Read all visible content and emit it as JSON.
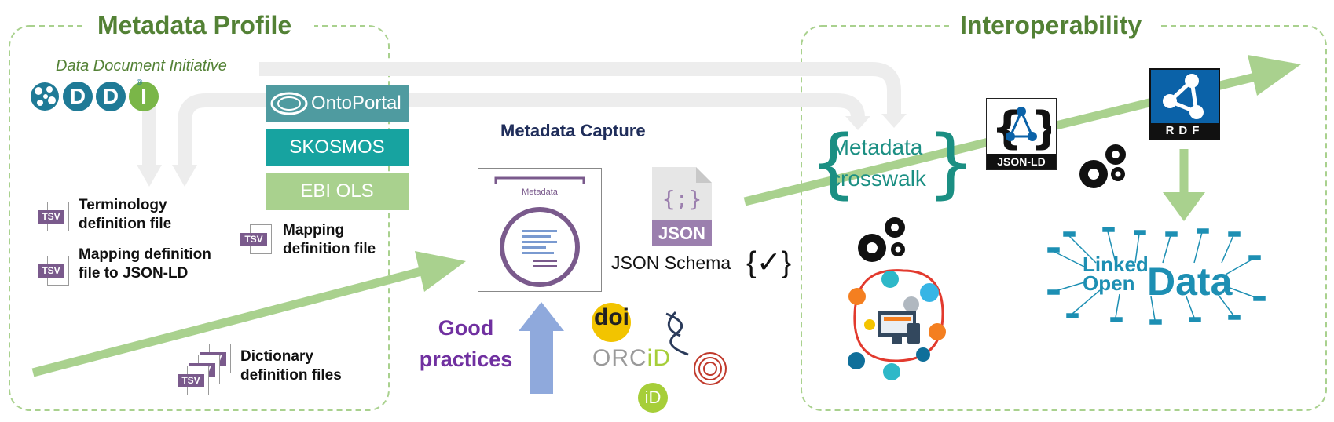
{
  "sections": {
    "left_title": "Metadata Profile",
    "right_title": "Interoperability"
  },
  "ddi": {
    "subtitle": "Data Document Initiative",
    "logo_letters": [
      "D",
      "D",
      "I"
    ],
    "registered": "®"
  },
  "vocab_services": [
    {
      "label": "OntoPortal",
      "color": "#4f9ba0"
    },
    {
      "label": "SKOSMOS",
      "color": "#17a3a0"
    },
    {
      "label": "EBI OLS",
      "color": "#a9d18e"
    }
  ],
  "files": {
    "tsv_tag": "TSV",
    "terminology_line1": "Terminology",
    "terminology_line2": "definition file",
    "mapping_jsonld_line1": "Mapping definition",
    "mapping_jsonld_line2": "file to JSON-LD",
    "mapping_line1": "Mapping",
    "mapping_line2": "definition file",
    "dictionary_line1": "Dictionary",
    "dictionary_line2": "definition files"
  },
  "capture": {
    "title": "Metadata Capture",
    "card_label": "Metadata",
    "json_glyph": "{;}",
    "json_tag": "JSON",
    "json_schema_label": "JSON Schema",
    "schema_icon": "{✓}"
  },
  "good_practices": {
    "line1": "Good",
    "line2": "practices"
  },
  "identifiers": {
    "doi": "doi",
    "orcid_prefix": "ORC",
    "orcid_suffix": "iD",
    "id_badge": "iD"
  },
  "crosswalk": {
    "line1": "Metadata",
    "line2": "crosswalk",
    "brace_open": "{",
    "brace_close": "}"
  },
  "formats": {
    "jsonld_label": "JSON-LD",
    "rdf_label": "RDF"
  },
  "lod": {
    "linked": "Linked",
    "open": "Open",
    "data": "Data"
  },
  "colors": {
    "section_green": "#538135",
    "arrow_green": "#a9d18e",
    "arrow_grey": "#ededed",
    "up_arrow_blue": "#8fa9dc",
    "crosswalk_teal": "#1b8f83",
    "good_purple": "#7030a0",
    "capture_navy": "#1f2d5a",
    "tsv_purple": "#7a5a8c",
    "lod_blue": "#1d8fb3"
  },
  "icons": [
    "ddi-globe-icon",
    "tsv-file-icon",
    "metadata-card-icon",
    "json-file-icon",
    "json-schema-icon",
    "doi-icon",
    "orcid-icon",
    "dna-icon",
    "fingerprint-icon",
    "gears-icon",
    "network-devices-icon",
    "jsonld-icon",
    "rdf-icon",
    "linked-open-data-icon"
  ]
}
